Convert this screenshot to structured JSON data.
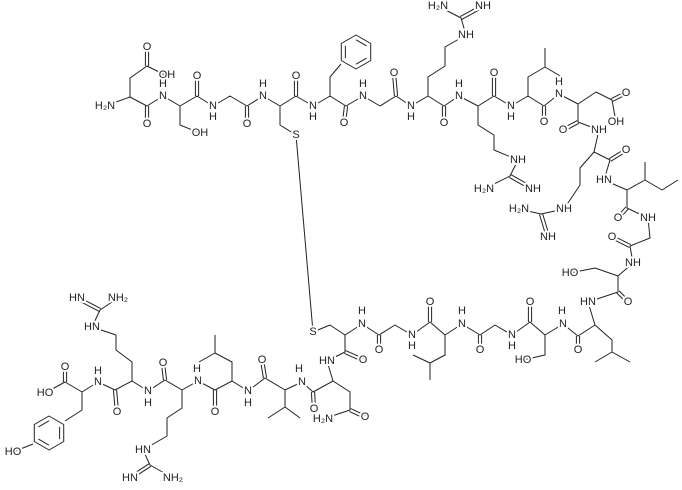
{
  "molecule": {
    "atom_labels": [
      "H₂N",
      "O",
      "OH",
      "N",
      "H",
      "O",
      "O",
      "OH",
      "N",
      "H",
      "O",
      "N",
      "H",
      "O",
      "S",
      "N",
      "H",
      "H₂N",
      "NH",
      "NH",
      "O",
      "N",
      "H",
      "O",
      "N",
      "H",
      "O",
      "N",
      "H",
      "O",
      "N",
      "H",
      "O",
      "N",
      "H",
      "O",
      "OH",
      "O",
      "NH",
      "NH",
      "H₂N",
      "NH",
      "O",
      "HN",
      "H₂N",
      "NH",
      "NH",
      "O",
      "NH",
      "O",
      "NH",
      "HO",
      "HN",
      "O",
      "O",
      "N",
      "H",
      "O",
      "N",
      "H",
      "HO",
      "O",
      "N",
      "H",
      "O",
      "N",
      "H",
      "O",
      "N",
      "H",
      "S",
      "HN",
      "O",
      "N",
      "H",
      "O",
      "H₂N",
      "O",
      "O",
      "N",
      "H",
      "O",
      "N",
      "H",
      "O",
      "N",
      "H",
      "HN",
      "HN",
      "NH₂",
      "O",
      "HN",
      "HN",
      "NH₂",
      "N",
      "H",
      "O",
      "HO",
      "HO"
    ]
  }
}
